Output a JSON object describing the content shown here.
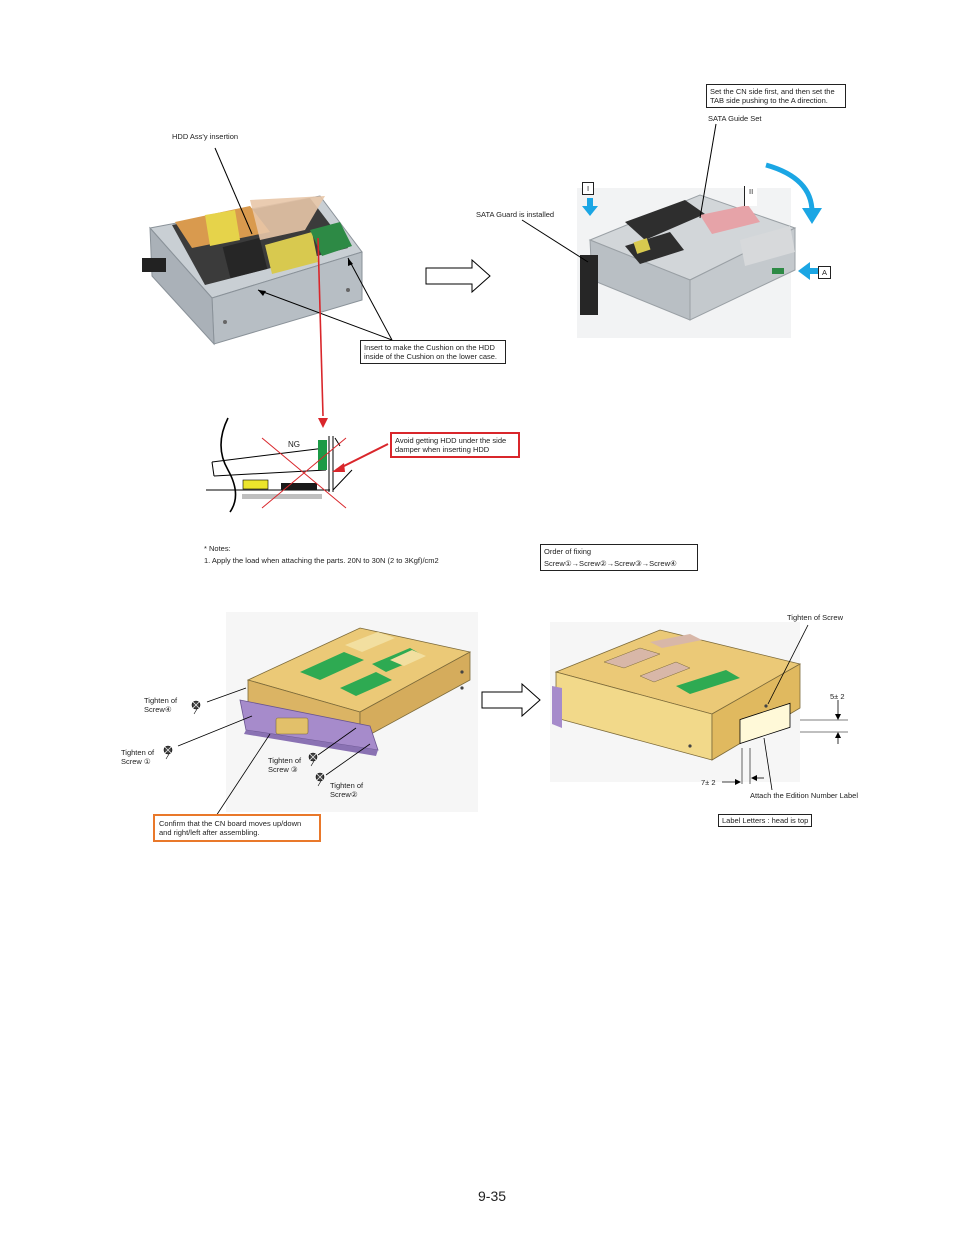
{
  "page_number": "9-35",
  "top_left": {
    "hdd_insertion": "HDD Ass'y insertion",
    "cushion_note_line1": "Insert to make the Cushion on the HDD",
    "cushion_note_line2": "inside of the Cushion on the lower case."
  },
  "top_right": {
    "set_cn_line1": "Set the CN side first, and then set the",
    "set_cn_line2": "TAB side pushing to the A direction.",
    "sata_guide_set": "SATA Guide Set",
    "sata_guard_installed": "SATA Guard is installed",
    "marker_i": "I",
    "marker_ii": "II",
    "marker_a": "A"
  },
  "detail": {
    "ng": "NG",
    "avoid_line1": "Avoid getting HDD under the side",
    "avoid_line2": "damper when inserting HDD"
  },
  "notes": {
    "header": "* Notes:",
    "note1": "1. Apply the load when attaching the parts. 20N to 30N (2 to 3Kgf)/cm2"
  },
  "order": {
    "title": "Order of fixing",
    "sequence": "Screw①→Screw②→Screw③→Screw④"
  },
  "bottom_left": {
    "screw4_line1": "Tighten of",
    "screw4_line2": "Screw④",
    "screw1_line1": "Tighten of",
    "screw1_line2": "Screw ①",
    "screw3_line1": "Tighten of",
    "screw3_line2": "Screw ③",
    "screw2_line1": "Tighten of",
    "screw2_line2": "Screw②",
    "confirm_line1": "Confirm that the CN board moves up/down",
    "confirm_line2": "and right/left after assembling."
  },
  "bottom_right": {
    "tighten_screw": "Tighten of Screw",
    "dim_5": "5± 2",
    "dim_7": "7± 2",
    "attach_label": "Attach the Edition Number Label",
    "label_letters": "Label Letters : head is top"
  },
  "colors": {
    "red_box": "#d9262b",
    "orange_box": "#e9782a",
    "blue_arrow": "#1ba6e4",
    "gold_case": "#e3be68",
    "purple_board": "#a58cc9",
    "green_pad": "#3fa950"
  }
}
